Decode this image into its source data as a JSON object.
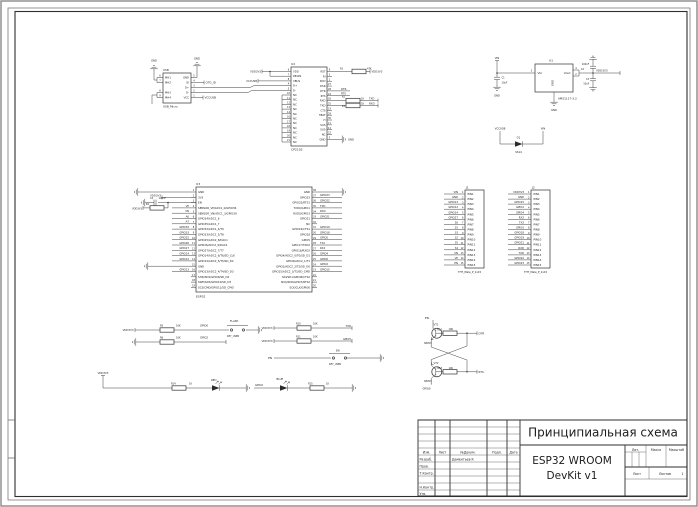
{
  "title_block": {
    "doc_title": "Принципиальная схема",
    "project_line1": "ESP32 WROOM",
    "project_line2": "DevKit v1",
    "col_izm": "Изм.",
    "col_list": "Лист",
    "col_doc": "№Докум.",
    "col_podp": "Подп.",
    "col_data": "Дата",
    "row_razrab": "Разраб.",
    "row_prov": "Пров.",
    "row_tkontr": "Т.Контр.",
    "row_nkontr": "Н.Контр.",
    "row_utv": "Утв.",
    "developer": "Даментьев К",
    "lit": "Лит.",
    "massa": "Масса",
    "masshtab": "Масштаб",
    "list": "Лист",
    "listov": "Листов",
    "listov_value": "1"
  },
  "usb": {
    "ref": "USB",
    "value": "USB_Micro",
    "gnd_left": "GND",
    "gnd_right": "GND",
    "otg_id": "OTG_ID",
    "vccusb": "VCCUSB",
    "left_pins": [
      "MH1",
      "MH2",
      "MH3",
      "MH4"
    ],
    "left_nums": [
      "6",
      "7",
      "8",
      "9"
    ],
    "right_pins": [
      "GND",
      "ID",
      "D+",
      "D-",
      "VCC"
    ],
    "right_nums": [
      "5",
      "4",
      "3",
      "2",
      "1"
    ]
  },
  "u2": {
    "ref": "U2",
    "value": "CP2102",
    "left_pins": [
      "VDD",
      "REGIN",
      "VBUS",
      "D+",
      "D-",
      "NC",
      "NC",
      "NC",
      "NC",
      "NC",
      "NC",
      "NC",
      "NC",
      "NC",
      "NC",
      "NC"
    ],
    "left_nums": [
      "6",
      "7",
      "8",
      "4",
      "5",
      "10",
      "11",
      "12",
      "13",
      "14",
      "16",
      "17",
      "18",
      "19",
      "20",
      "21"
    ],
    "right_pins": [
      "RST",
      "RI",
      "DCD",
      "DSR",
      "DTR",
      "RTS",
      "RXD",
      "TXD",
      "CTS",
      "HEAT",
      "H",
      "SUS",
      "SUS",
      "NC",
      "GND"
    ],
    "right_nums": [
      "9",
      "2",
      "1",
      "27",
      "28",
      "24",
      "26",
      "25",
      "23",
      "29",
      "30",
      "11",
      "12",
      "22",
      "3"
    ],
    "vdd": "VDD3V3",
    "vbus_net": "VCCUSB",
    "r1_ref": "R1",
    "r1_val": "47K",
    "r1_net": "VDD3V3",
    "dtr": "DTR",
    "rts": "RTS",
    "r2_ref": "R2",
    "r2_val": "1K",
    "r2_net": "TXD",
    "r3_ref": "R3",
    "r3_val": "1K",
    "r3_net": "RXD",
    "gnd": "GND"
  },
  "reg": {
    "vin": "VIN",
    "gnd1": "GND",
    "gnd2": "GND",
    "c1_ref": "C1",
    "c1_val": "10uF",
    "u1_ref": "U1",
    "u1_value": "AMS1117-3.3",
    "pin_vin": "Vin",
    "pin_gnd": "GND",
    "pin_vout": "Vout",
    "n_in": "3",
    "n_out1": "4",
    "n_out2": "2",
    "c2_val": "100nF",
    "c2_ref": "C2",
    "c3_ref": "C3",
    "c3_val": "10uF",
    "vdd": "VDD3V3"
  },
  "d1": {
    "ref": "D1",
    "value": "SS14",
    "anode_net": "VCCUSB",
    "cathode_net": "VIN"
  },
  "u3": {
    "ref": "U3",
    "value": "ESP32",
    "vdd": "VDD3V3",
    "c4_ref": "C4",
    "c4_val": "100nF",
    "r4_ref": "R4",
    "r4_net": "VDD3V3",
    "left_pins": [
      "GND",
      "3V3",
      "EN",
      "SENSOR_VP/ADC1_0/GPIO36",
      "SENSOR_VN/ADC1_3/GPIO39",
      "GPIO34/ADC1_6",
      "GPIO35/ADC1_7",
      "GPIO32/ADC1_4/T9",
      "GPIO33/ADC1_5/T8",
      "GPIO25/ADC2_8/DAC1",
      "GPI026/ADC2_9/DAC2",
      "GPIO27/ADC2_7/T7",
      "GPIO14/ADC2_6/T6/SD_CLK",
      "GPIO12/ADC2_5/T5/SD_D2",
      "GND",
      "GPIO13/ADC2_4/T4/SD_D3",
      "SHD/SD2/GPIO9/SD_D2",
      "SWP/SD3/GPIO10/SD_D3",
      "SCS/CMD/GPIO11/SD_CMD"
    ],
    "left_nums": [
      "1",
      "2",
      "3",
      "4",
      "5",
      "6",
      "7",
      "8",
      "9",
      "10",
      "11",
      "12",
      "13",
      "14",
      "15",
      "16",
      "17",
      "18",
      "19"
    ],
    "left_stubs": [
      "",
      "",
      "",
      "VP",
      "VN",
      "A6",
      "A7",
      "GPIO32",
      "GPIO33",
      "GPIO25",
      "GPIO26",
      "GPIO27",
      "GPIO14",
      "GPIO12",
      "",
      "GPIO13",
      "",
      "",
      ""
    ],
    "right_pins": [
      "GND",
      "GPIO23",
      "GPIO22/RTS1",
      "TXD0/GPIO1",
      "RXD0/GPIO3",
      "GPIO21",
      "NC",
      "GPIO19/CTS1",
      "GPIO18",
      "GPIO5",
      "GPIO17/TXD2",
      "GPIO16/RXD2",
      "GPIO4/ADC2_0/T0/SD_D1",
      "GPIO0/ADC2_1/T1",
      "GPIO2/ADC2_2/T2/SD_D0",
      "GPIO15/ADC2_3/T3/SD_CMD",
      "SDI/SD1/GPIO8/CTS2",
      "SDO/SD0/GPIO7/RTS2",
      "SCK/CLK/GPIO6"
    ],
    "right_nums": [
      "38",
      "37",
      "36",
      "35",
      "34",
      "33",
      "32",
      "31",
      "30",
      "29",
      "28",
      "27",
      "26",
      "25",
      "24",
      "23",
      "22",
      "21",
      "20"
    ],
    "right_stubs": [
      "",
      "GPIO23",
      "GPIO22",
      "TXD",
      "RXD",
      "GPIO21",
      "",
      "GPIO19",
      "GPIO18",
      "GPIO5",
      "TX2",
      "RX2",
      "GPIO4",
      "GPIO0",
      "GPIO2",
      "GPIO15",
      "",
      "",
      ""
    ]
  },
  "j1": {
    "ref": "J1",
    "value": "THT_Male_P_1x15",
    "pins": [
      "PIN1",
      "PIN2",
      "PIN3",
      "PIN4",
      "PIN5",
      "PIN6",
      "PIN7",
      "PIN8",
      "PIN9",
      "PIN10",
      "PIN11",
      "PIN12",
      "PIN13",
      "PIN14",
      "PIN15"
    ],
    "nums": [
      "1",
      "2",
      "3",
      "4",
      "5",
      "6",
      "7",
      "8",
      "9",
      "10",
      "11",
      "12",
      "13",
      "14",
      "15"
    ],
    "nets": [
      "VIN",
      "GND",
      "GPIO13",
      "GPIO12",
      "GPIO14",
      "GPIO27",
      "26",
      "25",
      "33",
      "32",
      "35",
      "34",
      "VN",
      "VP",
      "EN"
    ]
  },
  "j2": {
    "ref": "J2",
    "value": "THT_Male_P_1x15",
    "pins": [
      "PIN1",
      "PIN2",
      "PIN3",
      "PIN4",
      "PIN5",
      "PIN6",
      "PIN7",
      "PIN8",
      "PIN9",
      "PIN10",
      "PIN11",
      "PIN12",
      "PIN13",
      "PIN14",
      "PIN15"
    ],
    "nums": [
      "1",
      "2",
      "3",
      "4",
      "5",
      "6",
      "7",
      "8",
      "9",
      "10",
      "11",
      "12",
      "13",
      "14",
      "15"
    ],
    "nets": [
      "VDD3V3",
      "GND",
      "GPIO15",
      "GPIO2",
      "GPIO4",
      "RX2",
      "TX2",
      "GPIO5",
      "GPIO18",
      "GPIO19",
      "GPIO21",
      "RXD",
      "TXD",
      "GPIO22",
      "GPIO23"
    ]
  },
  "flash_row": {
    "vdd": "VDD3V3",
    "r5_ref": "R5",
    "r5_val": "10K",
    "net": "GPIO0",
    "btn_name": "FLASH",
    "btn_value": "KEY_USER"
  },
  "r6_row": {
    "r6_ref": "R6",
    "r6_val": "10K",
    "net": "GPIO2"
  },
  "r10_row": {
    "vdd": "VDD3V3",
    "ref": "R10",
    "val": "10K",
    "net": "TXD"
  },
  "r11_row": {
    "vdd": "VDD3V3",
    "ref": "R11",
    "val": "10K",
    "net": "GPIO5"
  },
  "en_row": {
    "net": "EN",
    "btn_name": "EN",
    "btn_value": "KEY_USER"
  },
  "led_red": {
    "vdd": "VDD3V3",
    "r_ref": "R14",
    "r_val": "1K",
    "led": "RED"
  },
  "led_blue": {
    "net": "GPIO2",
    "led": "BLUE",
    "r_ref": "R15",
    "r_val": "1K"
  },
  "reset": {
    "en": "EN",
    "gpio0": "GPIO0",
    "dtr": "DTR",
    "rts": "RTS",
    "vt1_ref": "VT1",
    "vt1_val": "S8050",
    "vt2_ref": "VT2",
    "vt2_val": "S8050",
    "r12_ref": "R12",
    "r12_val": "10K",
    "r13_ref": "R13",
    "r13_val": "10K"
  }
}
